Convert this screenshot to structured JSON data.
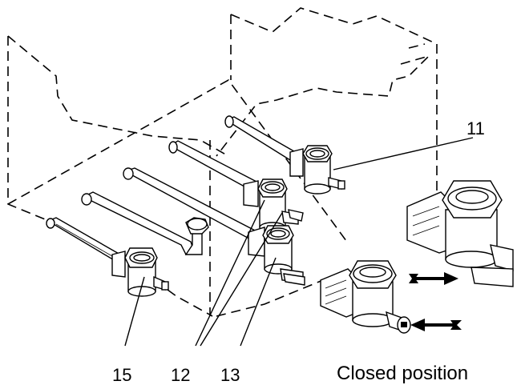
{
  "diagram": {
    "callouts": {
      "c11": "11",
      "c12": "12",
      "c13": "13",
      "c15": "15"
    },
    "caption": "Closed position",
    "line_color": "#000000",
    "background": "#ffffff"
  }
}
